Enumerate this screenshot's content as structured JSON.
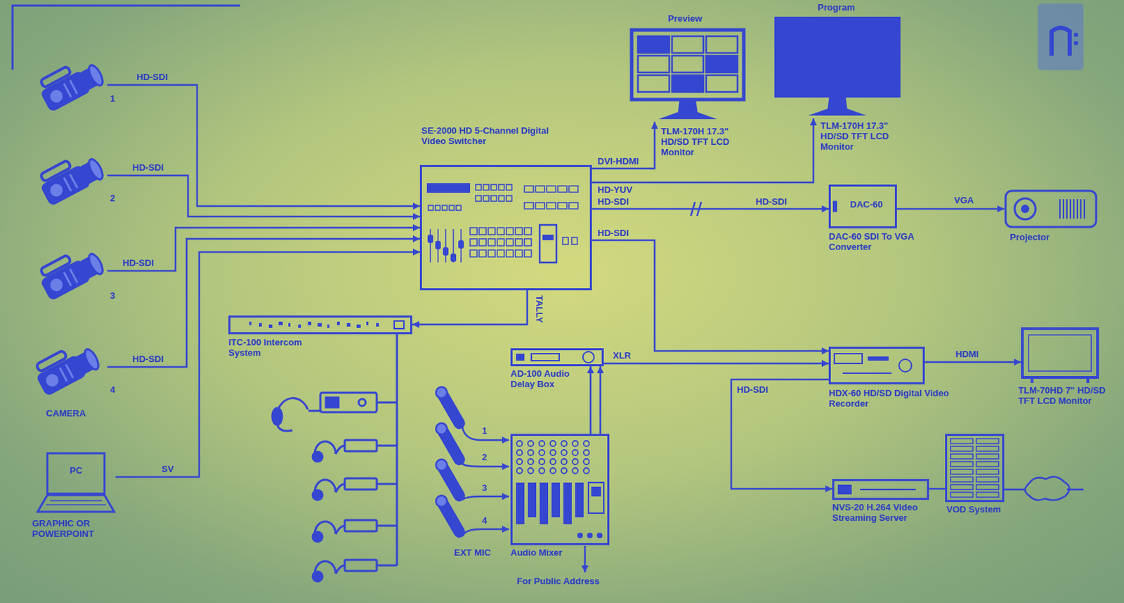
{
  "diagram": {
    "nodes": [
      {
        "text": [
          "1"
        ]
      },
      {
        "text": [
          "2"
        ]
      },
      {
        "text": [
          "3"
        ]
      },
      {
        "text": [
          "4",
          "CAMERA"
        ]
      },
      {
        "text": [
          "PC",
          "GRAPHIC OR POWERPOINT"
        ]
      },
      {
        "text": [
          "SE-2000 HD 5-Channel Digital Video Switcher"
        ]
      },
      {
        "text": [
          "Preview",
          "TLM-170H 17.3\" HD/SD TFT LCD Monitor"
        ]
      },
      {
        "text": [
          "Program",
          "TLM-170H 17.3\" HD/SD TFT LCD Monitor"
        ]
      },
      {
        "text": [
          "DAC-60",
          "DAC-60 SDI To VGA Converter"
        ]
      },
      {
        "text": [
          "Projector"
        ]
      },
      {
        "text": [
          "ITC-100 Intercom System"
        ]
      },
      {
        "text": [
          "AD-100 Audio Delay Box"
        ]
      },
      {
        "text": [
          "Audio Mixer"
        ]
      },
      {
        "text": [
          "HDX-60 HD/SD Digital Video Recorder"
        ]
      },
      {
        "text": [
          "TLM-70HD 7\" HD/SD TFT LCD Monitor"
        ]
      },
      {
        "text": [
          "NVS-20 H.264 Video Streaming Server"
        ]
      },
      {
        "text": [
          "VOD System"
        ]
      }
    ],
    "edges": [
      {
        "from": 0,
        "to": 5,
        "label": "HD-SDI",
        "arrow": "to"
      },
      {
        "from": 1,
        "to": 5,
        "label": "HD-SDI",
        "arrow": "to"
      },
      {
        "from": 2,
        "to": 5,
        "label": "HD-SDI",
        "arrow": "to"
      },
      {
        "from": 3,
        "to": 5,
        "label": "HD-SDI",
        "arrow": "to"
      },
      {
        "from": 4,
        "to": 5,
        "label": "SV",
        "arrow": "to"
      },
      {
        "from": 5,
        "to": 6,
        "label": "DVI-HDMI",
        "arrow": "to"
      },
      {
        "from": 5,
        "to": 7,
        "label": "HD-YUV",
        "arrow": "to"
      },
      {
        "from": 5,
        "to": 8,
        "label": "HD-SDI",
        "arrow": "to"
      },
      {
        "from": 8,
        "to": 9,
        "label": "VGA",
        "arrow": "to"
      },
      {
        "from": 5,
        "to": 13,
        "label": "HD-SDI",
        "arrow": "to"
      },
      {
        "from": 13,
        "to": 14,
        "label": "HDMI",
        "arrow": "to"
      },
      {
        "from": 13,
        "to": 15,
        "label": "HD-SDI",
        "arrow": "to"
      },
      {
        "from": 15,
        "to": 16,
        "arrow": "none"
      },
      {
        "from": 5,
        "to": 10,
        "label": "TALLY",
        "arrow": "to"
      },
      {
        "from": 11,
        "to": 13,
        "label": "XLR",
        "arrow": "to"
      },
      {
        "from": 12,
        "to": 11,
        "arrow": "to"
      },
      {
        "from": 12,
        "to": 11,
        "arrow": "to"
      }
    ],
    "labels": [
      "HD-SDI",
      "1",
      "2",
      "3",
      "4",
      "EXT MIC",
      "For Public Address"
    ]
  }
}
